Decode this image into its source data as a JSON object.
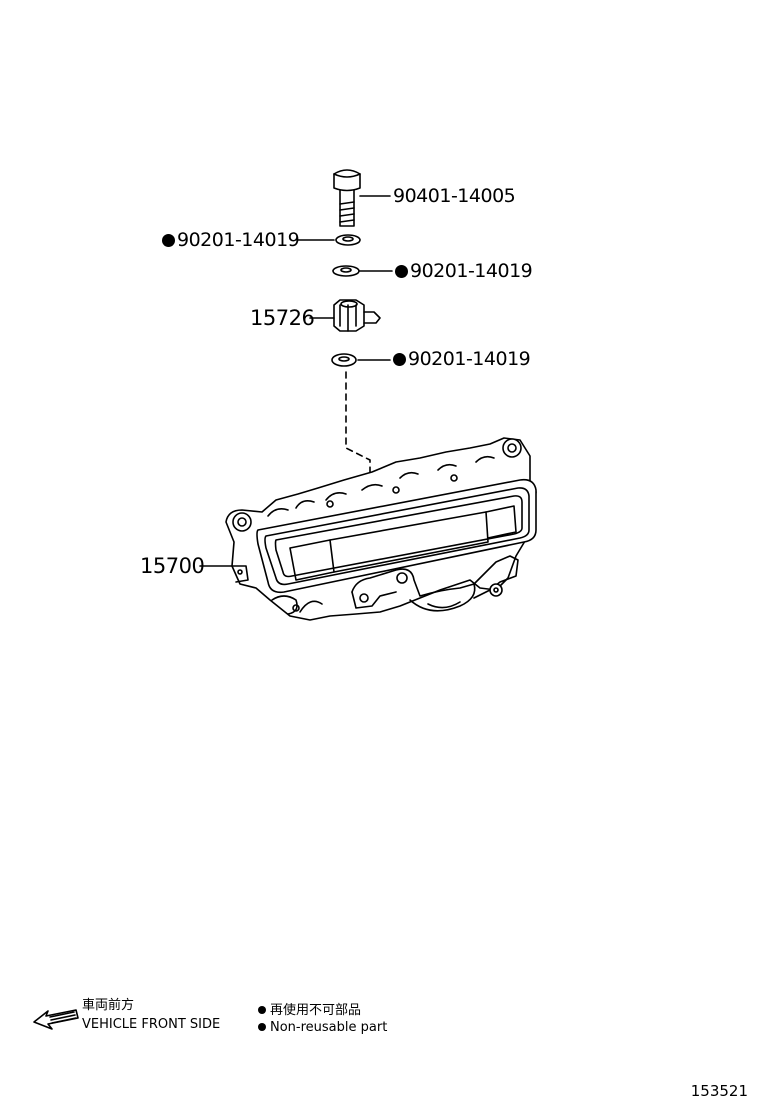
{
  "callouts": {
    "bolt": "90401-14005",
    "gasket_upper_left": "90201-14019",
    "gasket_upper_right": "90201-14019",
    "union": "15726",
    "gasket_lower": "90201-14019",
    "oil_cooler": "15700"
  },
  "legend": {
    "front_jp": "車両前方",
    "front_en": "VEHICLE FRONT SIDE",
    "nonreusable_jp": "再使用不可部品",
    "nonreusable_en": "Non-reusable part"
  },
  "diagram_id": "153521",
  "colors": {
    "ink": "#000000",
    "paper": "#ffffff"
  }
}
